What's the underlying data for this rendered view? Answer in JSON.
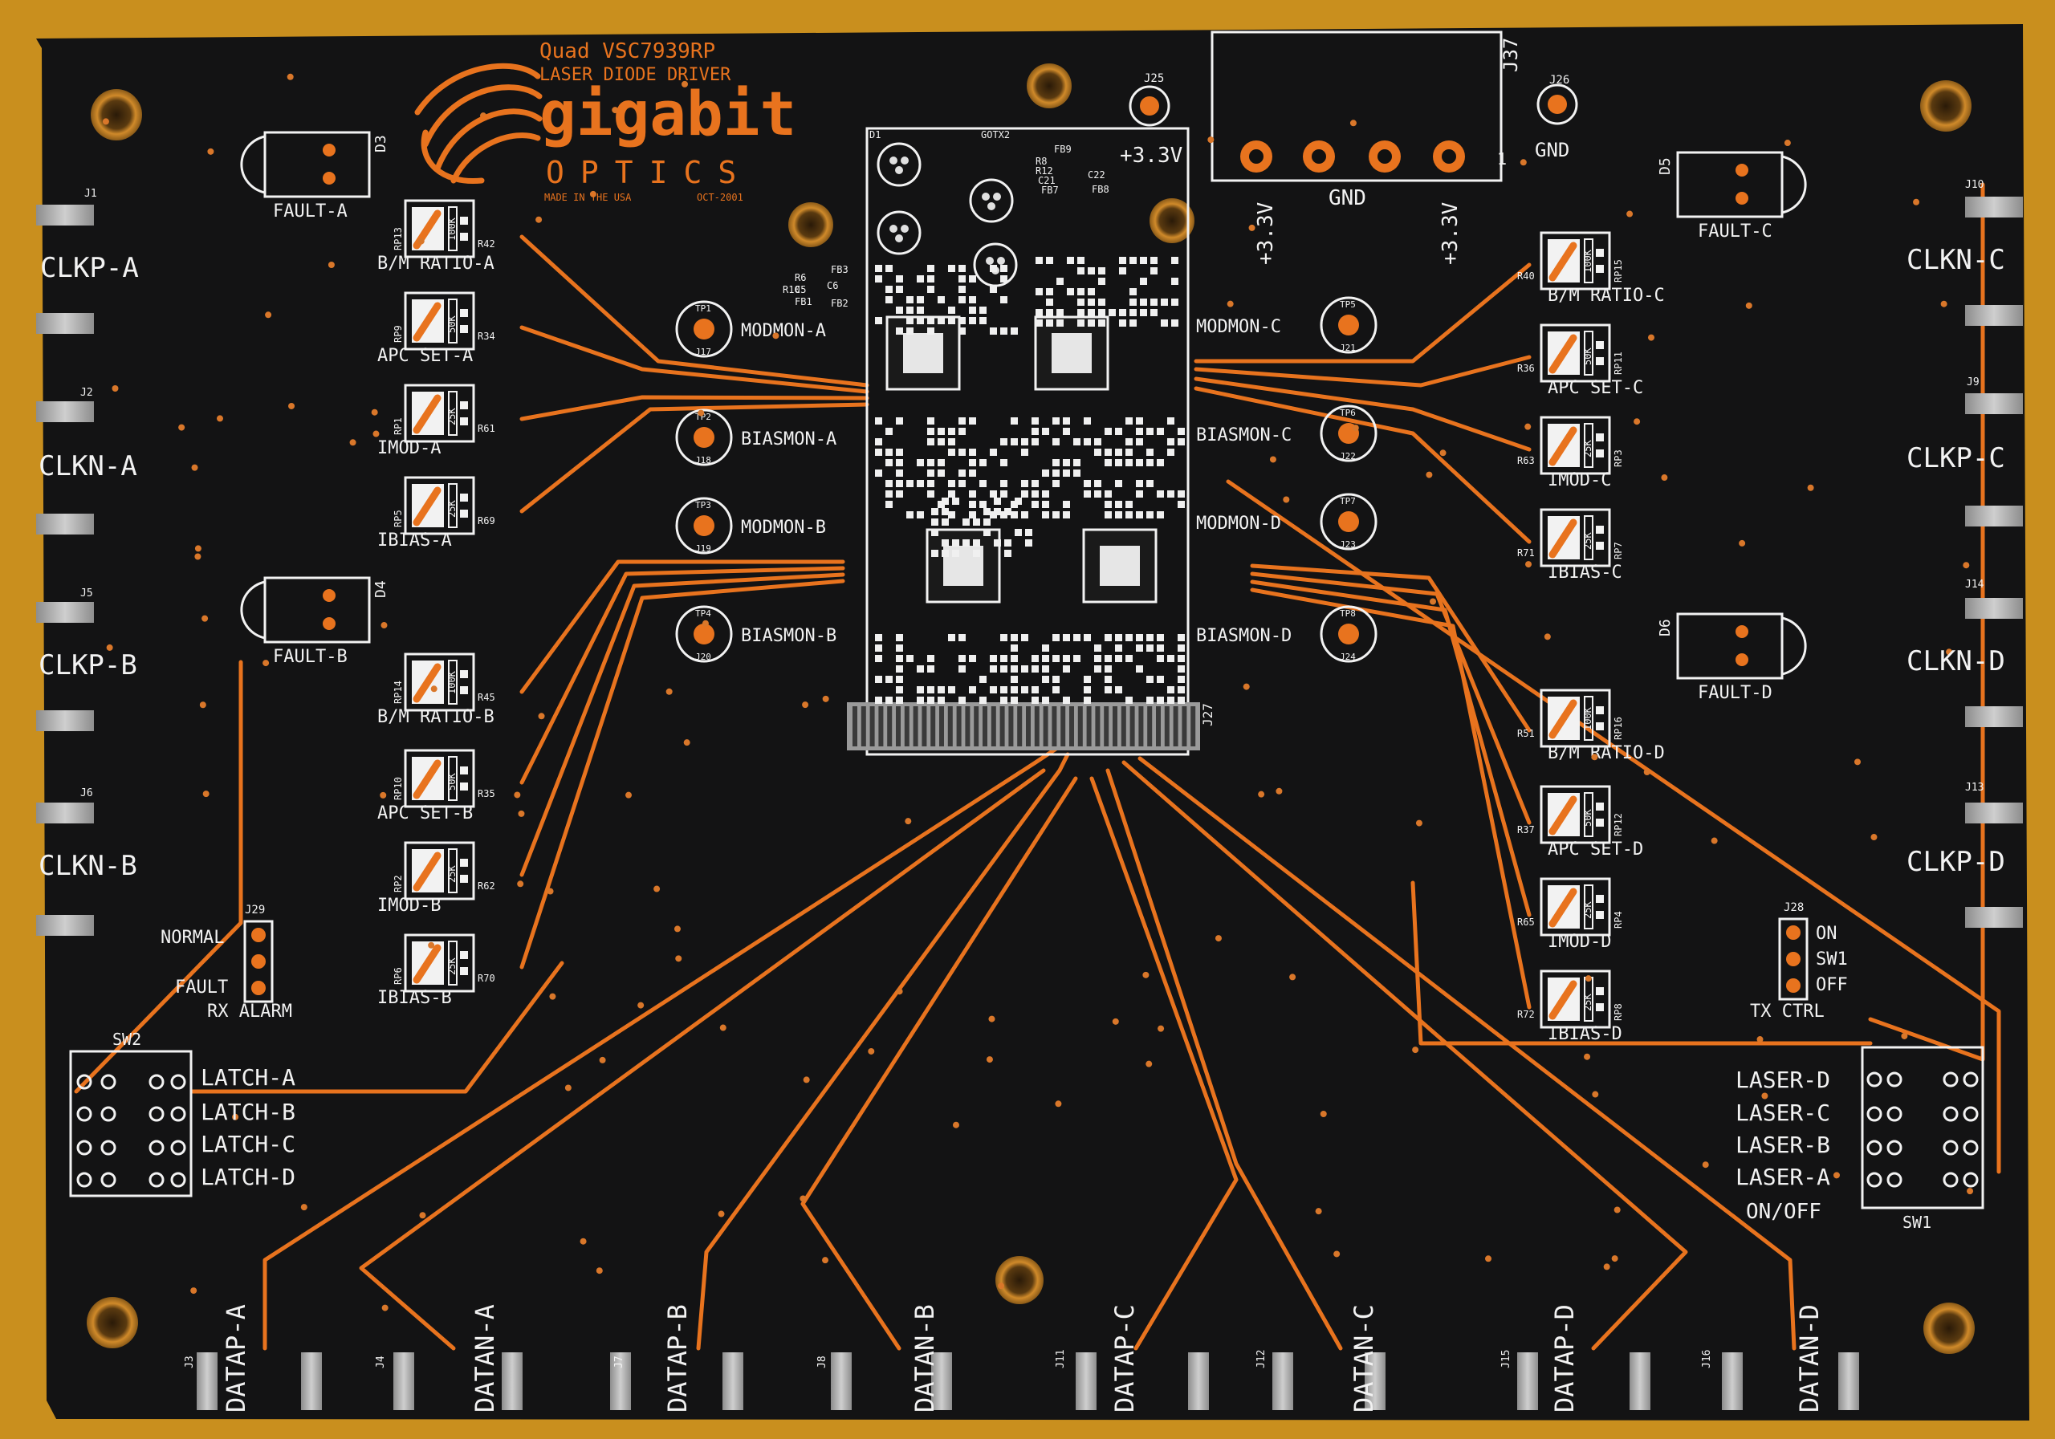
{
  "board": {
    "title_line1": "Quad VSC7939RP",
    "title_line2": "LASER DIODE DRIVER",
    "logo_word": "gigabit",
    "logo_sub": "OPTICS",
    "made_in": "MADE IN THE USA",
    "date": "OCT-2001",
    "colors": {
      "background": "#c98f1e",
      "board": "#111113",
      "copper": "#e8731e",
      "silk": "#f2f2f2",
      "pad": "#b9b9b9"
    }
  },
  "clk_labels": {
    "left": [
      "CLKP-A",
      "CLKN-A",
      "CLKP-B",
      "CLKN-B"
    ],
    "right": [
      "CLKN-C",
      "CLKP-C",
      "CLKN-D",
      "CLKP-D"
    ]
  },
  "edge_refs": {
    "left": [
      "J1",
      "J2",
      "J5",
      "J6"
    ],
    "right": [
      "J10",
      "J9",
      "J14",
      "J13"
    ],
    "bottom": [
      "J3",
      "J4",
      "J7",
      "J8",
      "J11",
      "J12",
      "J15",
      "J16"
    ]
  },
  "data_labels": [
    "DATAP-A",
    "DATAN-A",
    "DATAP-B",
    "DATAN-B",
    "DATAP-C",
    "DATAN-C",
    "DATAP-D",
    "DATAN-D"
  ],
  "fault_leds": [
    {
      "label": "FAULT-A",
      "ref": "D3"
    },
    {
      "label": "FAULT-B",
      "ref": "D4"
    },
    {
      "label": "FAULT-C",
      "ref": "D5"
    },
    {
      "label": "FAULT-D",
      "ref": "D6"
    }
  ],
  "pots_left": [
    {
      "label": "B/M RATIO-A",
      "ref": "RP13",
      "value": "100K",
      "r": "R42"
    },
    {
      "label": "APC SET-A",
      "ref": "RP9",
      "value": "50K",
      "r": "R34"
    },
    {
      "label": "IMOD-A",
      "ref": "RP1",
      "value": "25K",
      "r": "R61"
    },
    {
      "label": "IBIAS-A",
      "ref": "RP5",
      "value": "25K",
      "r": "R69"
    },
    {
      "label": "B/M RATIO-B",
      "ref": "RP14",
      "value": "100K",
      "r": "R45"
    },
    {
      "label": "APC SET-B",
      "ref": "RP10",
      "value": "50K",
      "r": "R35"
    },
    {
      "label": "IMOD-B",
      "ref": "RP2",
      "value": "25K",
      "r": "R62"
    },
    {
      "label": "IBIAS-B",
      "ref": "RP6",
      "value": "25K",
      "r": "R70"
    }
  ],
  "pots_right": [
    {
      "label": "B/M RATIO-C",
      "ref": "RP15",
      "value": "100K",
      "r": "R40"
    },
    {
      "label": "APC SET-C",
      "ref": "RP11",
      "value": "50K",
      "r": "R36"
    },
    {
      "label": "IMOD-C",
      "ref": "RP3",
      "value": "25K",
      "r": "R63"
    },
    {
      "label": "IBIAS-C",
      "ref": "RP7",
      "value": "25K",
      "r": "R71"
    },
    {
      "label": "B/M RATIO-D",
      "ref": "RP16",
      "value": "100K",
      "r": "R51"
    },
    {
      "label": "APC SET-D",
      "ref": "RP12",
      "value": "50K",
      "r": "R37"
    },
    {
      "label": "IMOD-D",
      "ref": "RP4",
      "value": "25K",
      "r": "R65"
    },
    {
      "label": "IBIAS-D",
      "ref": "RP8",
      "value": "25K",
      "r": "R72"
    }
  ],
  "testpoints_left": [
    {
      "label": "MODMON-A",
      "tp": "TP1",
      "j": "J17"
    },
    {
      "label": "BIASMON-A",
      "tp": "TP2",
      "j": "J18"
    },
    {
      "label": "MODMON-B",
      "tp": "TP3",
      "j": "J19"
    },
    {
      "label": "BIASMON-B",
      "tp": "TP4",
      "j": "J20"
    }
  ],
  "testpoints_right": [
    {
      "label": "MODMON-C",
      "tp": "TP5",
      "j": "J21"
    },
    {
      "label": "BIASMON-C",
      "tp": "TP6",
      "j": "J22"
    },
    {
      "label": "MODMON-D",
      "tp": "TP7",
      "j": "J23"
    },
    {
      "label": "BIASMON-D",
      "tp": "TP8",
      "j": "J24"
    }
  ],
  "power": {
    "j25": "J25",
    "plus33": "+3.3V",
    "j26": "J26",
    "gnd": "GND",
    "j37": "J37",
    "header_pin1": "1",
    "header_labels": [
      "+3.3V",
      "GND",
      "+3.3V"
    ]
  },
  "rx_alarm": {
    "ref": "J29",
    "normal": "NORMAL",
    "fault": "FAULT",
    "title": "RX ALARM"
  },
  "tx_ctrl": {
    "ref": "J28",
    "on": "ON",
    "sw1": "SW1",
    "off": "OFF",
    "title": "TX CTRL"
  },
  "sw2": {
    "ref": "SW2",
    "labels": [
      "LATCH-A",
      "LATCH-B",
      "LATCH-C",
      "LATCH-D"
    ]
  },
  "sw1": {
    "ref": "SW1",
    "labels": [
      "LASER-D",
      "LASER-C",
      "LASER-B",
      "LASER-A"
    ],
    "footer": "ON/OFF"
  },
  "center": {
    "j27": "J27",
    "gotx": "GOTX2",
    "d1": "D1",
    "refs_a": [
      "R6",
      "R10",
      "C5",
      "FB1",
      "FB3",
      "FB2",
      "C6"
    ],
    "refs_b": [
      "FB9",
      "R8",
      "R12",
      "C21",
      "FB7",
      "C22",
      "FB8"
    ]
  }
}
